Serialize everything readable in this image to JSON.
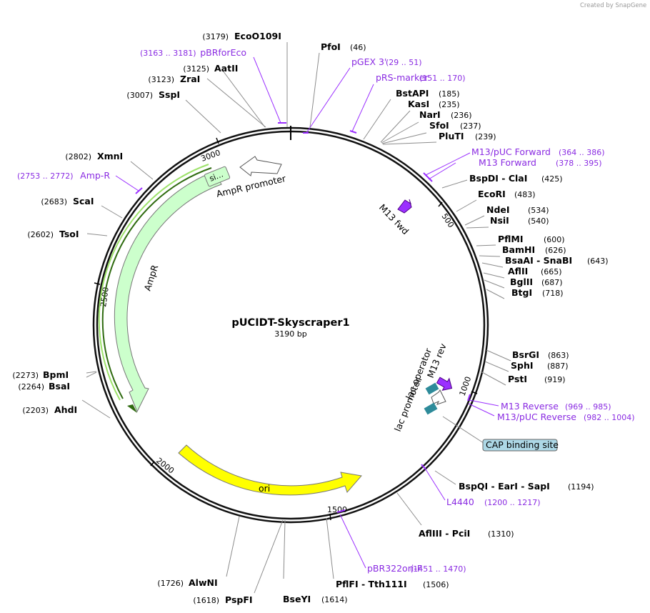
{
  "credit": "Created by SnapGene",
  "plasmid": {
    "name": "pUCIDT-Skyscraper1",
    "size_label": "3190 bp",
    "length": 3190
  },
  "ticks": [
    "500",
    "1000",
    "1500",
    "2000",
    "2500",
    "3000"
  ],
  "sites_right": [
    {
      "name": "PfoI",
      "pos": "(46)"
    },
    {
      "name": "BstAPI",
      "pos": "(185)"
    },
    {
      "name": "KasI",
      "pos": "(235)"
    },
    {
      "name": "NarI",
      "pos": "(236)"
    },
    {
      "name": "SfoI",
      "pos": "(237)"
    },
    {
      "name": "PluTI",
      "pos": "(239)"
    },
    {
      "name": "BspDI  -  ClaI",
      "pos": "(425)"
    },
    {
      "name": "EcoRI",
      "pos": "(483)"
    },
    {
      "name": "NdeI",
      "pos": "(534)"
    },
    {
      "name": "NsiI",
      "pos": "(540)"
    },
    {
      "name": "PflMI",
      "pos": "(600)"
    },
    {
      "name": "BamHI",
      "pos": "(626)"
    },
    {
      "name": "BsaAI  -  SnaBI",
      "pos": "(643)"
    },
    {
      "name": "AflII",
      "pos": "(665)"
    },
    {
      "name": "BglII",
      "pos": "(687)"
    },
    {
      "name": "BtgI",
      "pos": "(718)"
    },
    {
      "name": "BsrGI",
      "pos": "(863)"
    },
    {
      "name": "SphI",
      "pos": "(887)"
    },
    {
      "name": "PstI",
      "pos": "(919)"
    },
    {
      "name": "BspQI  -  EarI  -  SapI",
      "pos": "(1194)"
    },
    {
      "name": "AflIII  -  PciI",
      "pos": "(1310)"
    },
    {
      "name": "PflFI  -  Tth111I",
      "pos": "(1506)"
    },
    {
      "name": "BseYI",
      "pos": "(1614)"
    }
  ],
  "sites_left": [
    {
      "name": "EcoO109I",
      "pos": "(3179)"
    },
    {
      "name": "AatII",
      "pos": "(3125)"
    },
    {
      "name": "ZraI",
      "pos": "(3123)"
    },
    {
      "name": "SspI",
      "pos": "(3007)"
    },
    {
      "name": "XmnI",
      "pos": "(2802)"
    },
    {
      "name": "ScaI",
      "pos": "(2683)"
    },
    {
      "name": "TsoI",
      "pos": "(2602)"
    },
    {
      "name": "BpmI",
      "pos": "(2273)"
    },
    {
      "name": "BsaI",
      "pos": "(2264)"
    },
    {
      "name": "AhdI",
      "pos": "(2203)"
    },
    {
      "name": "AlwNI",
      "pos": "(1726)"
    },
    {
      "name": "PspFI",
      "pos": "(1618)"
    }
  ],
  "primers": [
    {
      "name": "pGEX 3'",
      "range": "(29 .. 51)"
    },
    {
      "name": "pRS-marker",
      "range": "(151 .. 170)"
    },
    {
      "name": "M13/pUC Forward",
      "range": "(364 .. 386)"
    },
    {
      "name": "M13 Forward",
      "range": "(378 .. 395)"
    },
    {
      "name": "M13 Reverse",
      "range": "(969 .. 985)"
    },
    {
      "name": "M13/pUC Reverse",
      "range": "(982 .. 1004)"
    },
    {
      "name": "L4440",
      "range": "(1200 .. 1217)"
    },
    {
      "name": "pBR322ori-F",
      "range": "(1451 .. 1470)"
    },
    {
      "name": "pBRforEco",
      "range": "(3163 .. 3181)"
    },
    {
      "name": "Amp-R",
      "range": "(2753 .. 2772)"
    }
  ],
  "features": {
    "ampr": "AmpR",
    "ampr_promoter": "AmpR promoter",
    "signal": "si…",
    "ori": "ori",
    "m13_fwd": "M13 fwd",
    "m13_rev": "M13 rev",
    "lac_operator": "lac operator",
    "lac_promoter": "lac promoter",
    "cap_site": "CAP binding site"
  },
  "colors": {
    "ampr": "#ccffcc",
    "ori": "#ffff00",
    "primer": "#9b30ff",
    "lac_operator": "#2e8b9a",
    "cap_box": "#add8e6"
  }
}
